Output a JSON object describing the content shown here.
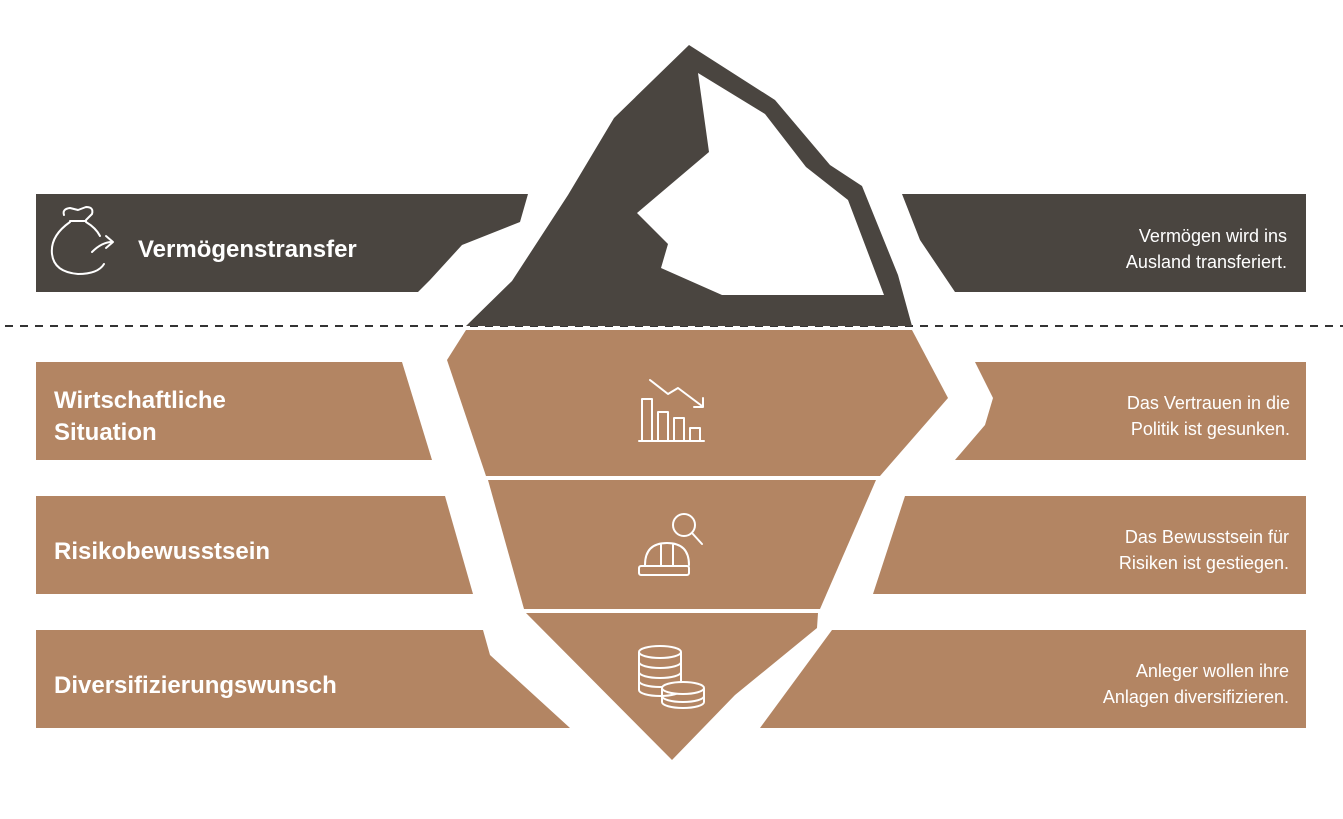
{
  "colors": {
    "dark": "#4a4540",
    "brown": "#b38563",
    "white": "#ffffff",
    "dash": "#333333"
  },
  "rows": [
    {
      "id": "top",
      "title": "Vermögenstransfer",
      "description_lines": [
        "Vermögen wird ins",
        "Ausland transferiert."
      ],
      "icon": "money-bag-icon"
    },
    {
      "id": "economy",
      "title_lines": [
        "Wirtschaftliche",
        "Situation"
      ],
      "description_lines": [
        "Das Vertrauen in die",
        "Politik ist gesunken."
      ],
      "icon": "declining-chart-icon"
    },
    {
      "id": "risk",
      "title": "Risikobewusstsein",
      "description_lines": [
        "Das Bewusstsein für",
        "Risiken ist gestiegen."
      ],
      "icon": "hard-hat-search-icon"
    },
    {
      "id": "diversify",
      "title": "Diversifizierungswunsch",
      "description_lines": [
        "Anleger wollen ihre",
        "Anlagen diversifizieren."
      ],
      "icon": "coin-stacks-icon"
    }
  ]
}
